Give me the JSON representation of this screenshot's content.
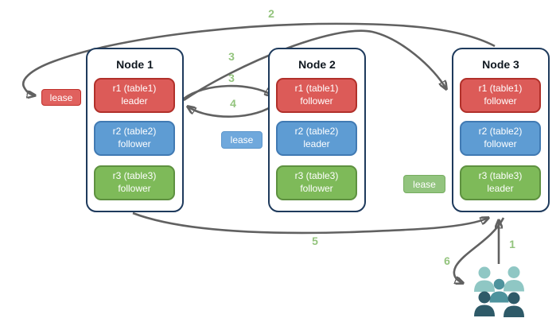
{
  "nodes": [
    {
      "title": "Node 1",
      "replicas": [
        {
          "name": "r1 (table1)",
          "role": "leader",
          "color": "red"
        },
        {
          "name": "r2 (table2)",
          "role": "follower",
          "color": "blue"
        },
        {
          "name": "r3 (table3)",
          "role": "follower",
          "color": "green"
        }
      ]
    },
    {
      "title": "Node 2",
      "replicas": [
        {
          "name": "r1 (table1)",
          "role": "follower",
          "color": "red"
        },
        {
          "name": "r2 (table2)",
          "role": "leader",
          "color": "blue"
        },
        {
          "name": "r3 (table3)",
          "role": "follower",
          "color": "green"
        }
      ]
    },
    {
      "title": "Node 3",
      "replicas": [
        {
          "name": "r1 (table1)",
          "role": "follower",
          "color": "red"
        },
        {
          "name": "r2 (table2)",
          "role": "follower",
          "color": "blue"
        },
        {
          "name": "r3 (table3)",
          "role": "leader",
          "color": "green"
        }
      ]
    }
  ],
  "leases": {
    "red": "lease",
    "blue": "lease",
    "green": "lease"
  },
  "steps": {
    "s1": "1",
    "s2": "2",
    "s3a": "3",
    "s3b": "3",
    "s4": "4",
    "s5": "5",
    "s6": "6"
  },
  "icons": {
    "people_group": "people-group-icon"
  },
  "colors": {
    "node_border": "#1E3A5C",
    "replica_red": "#DC5B58",
    "replica_red_border": "#B1302A",
    "replica_blue": "#5E9CD3",
    "replica_blue_border": "#417AB3",
    "replica_green": "#7EBA59",
    "replica_green_border": "#5E9140",
    "lease_red": "#E0615E",
    "lease_blue": "#6FA8DC",
    "lease_green": "#92C47E",
    "arrow": "#616161",
    "step_label": "#93C47D",
    "people_back": "#8FC7C4",
    "people_middle": "#4E939D",
    "people_front": "#2E5A68"
  }
}
